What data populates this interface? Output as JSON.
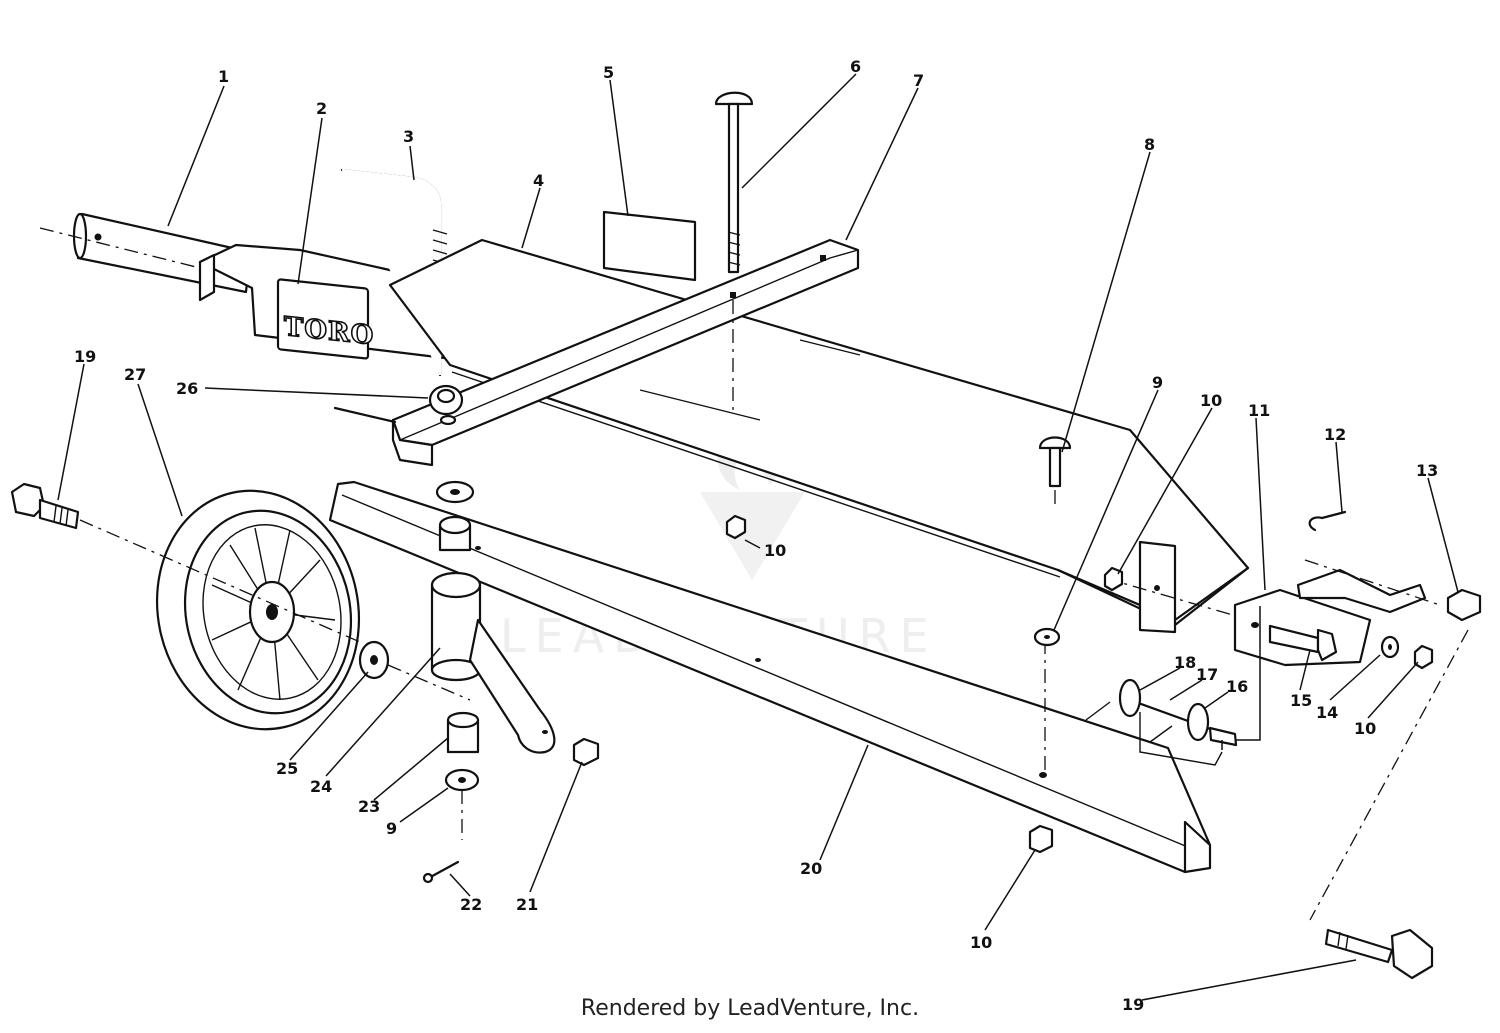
{
  "brand_label": "TORO",
  "watermark": "LEADVENTURE",
  "credit": "Rendered by LeadVenture, Inc.",
  "callouts": {
    "c1": "1",
    "c2": "2",
    "c3": "3",
    "c4": "4",
    "c5": "5",
    "c6": "6",
    "c7": "7",
    "c8": "8",
    "c9a": "9",
    "c10a": "10",
    "c11": "11",
    "c12": "12",
    "c13": "13",
    "c10b": "10",
    "c19a": "19",
    "c27": "27",
    "c26": "26",
    "c18": "18",
    "c17": "17",
    "c16": "16",
    "c15": "15",
    "c14": "14",
    "c10c": "10",
    "c25": "25",
    "c24": "24",
    "c23": "23",
    "c9b": "9",
    "c22": "22",
    "c21": "21",
    "c20": "20",
    "c10d": "10",
    "c19b": "19"
  }
}
